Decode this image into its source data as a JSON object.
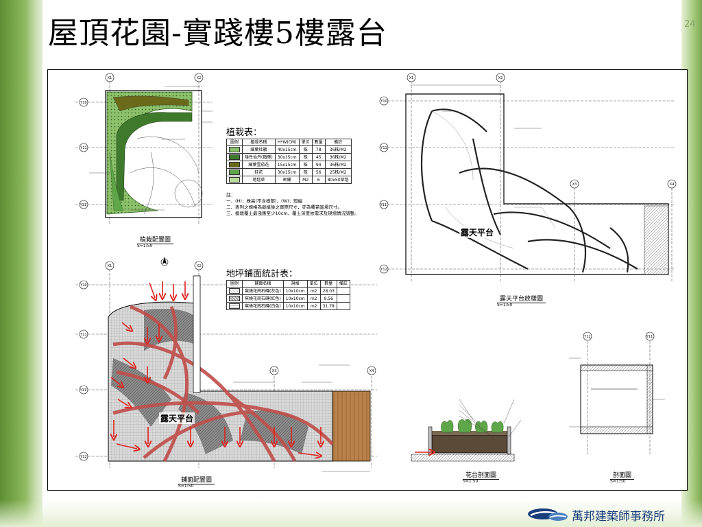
{
  "slide": {
    "title": "屋頂花園-實踐樓5樓露台",
    "page_number": "24",
    "firm_name": "萬邦建築師事務所"
  },
  "planting_table": {
    "title": "植栽表：",
    "headers": [
      "圖例",
      "植栽名稱",
      "H*W(CM)",
      "單位",
      "數量",
      "備註"
    ],
    "rows": [
      {
        "name": "細葉杜鵑",
        "size": "40x15cm",
        "unit": "株",
        "qty": "78",
        "note": "36株/M2",
        "color": "#8cc06a"
      },
      {
        "name": "矮性仙丹(鐵葉)",
        "size": "30x15cm",
        "unit": "株",
        "qty": "45",
        "note": "36株/M2",
        "color": "#3f7a2c"
      },
      {
        "name": "細葉雪茄花",
        "size": "15x15cm",
        "unit": "株",
        "qty": "94",
        "note": "36株/M2",
        "color": "#6b6a1a"
      },
      {
        "name": "桂花",
        "size": "30x15cm",
        "unit": "株",
        "qty": "56",
        "note": "25株/M2",
        "color": "#5fa64a"
      },
      {
        "name": "地毯草",
        "size": "密鋪",
        "unit": "M2",
        "qty": "6",
        "note": "80x50草毯",
        "color": "#b9dc98"
      }
    ],
    "notes": [
      "註：",
      "一、(H)：株高(不含根部)，(W)：冠幅",
      "二、表列之規格為栽植後之實際尺寸，亦為種苗進場尺寸。",
      "三、植栽覆土最淺應至少10cm，覆土深度依需求及現場情況調整。"
    ]
  },
  "paving_table": {
    "title": "地坪鋪面統計表：",
    "headers": [
      "圖例",
      "鋪面名稱",
      "規格",
      "單位",
      "數量",
      "備註"
    ],
    "rows": [
      {
        "name": "窯燒花崗石磚(灰色)",
        "size": "10x10cm",
        "unit": "m2",
        "qty": "28.03",
        "note": ""
      },
      {
        "name": "窯燒花崗石磚(紅色)",
        "size": "10x10cm",
        "unit": "m2",
        "qty": "9.56",
        "note": ""
      },
      {
        "name": "窯燒花崗石磚(白色)",
        "size": "10x10cm",
        "unit": "m2",
        "qty": "31.78",
        "note": ""
      }
    ]
  },
  "drawings": {
    "planting_plan_title": "植栽配置圖",
    "terrace_plan_title": "露天平台放樣圖",
    "paving_plan_title": "鋪面配置圖",
    "planter_section_title": "花台剖面圖",
    "section_title": "剖面圖",
    "terrace_label_1": "露天平台",
    "terrace_label_2": "露天平台",
    "grid_x1": "X1",
    "grid_x2": "X2",
    "grid_x3": "X3",
    "grid_x4": "X4",
    "grid_y10": "Y10",
    "grid_y11": "Y11",
    "grid_y11p": "Y11'",
    "grid_y12": "Y12",
    "scale_text": "S=1:50"
  },
  "colors": {
    "accent_red": "#e0201c",
    "paving_red": "#c0504d",
    "plant_green": "#6aa84f",
    "wood": "#b8824a",
    "firm_blue": "#1a3d7c"
  }
}
